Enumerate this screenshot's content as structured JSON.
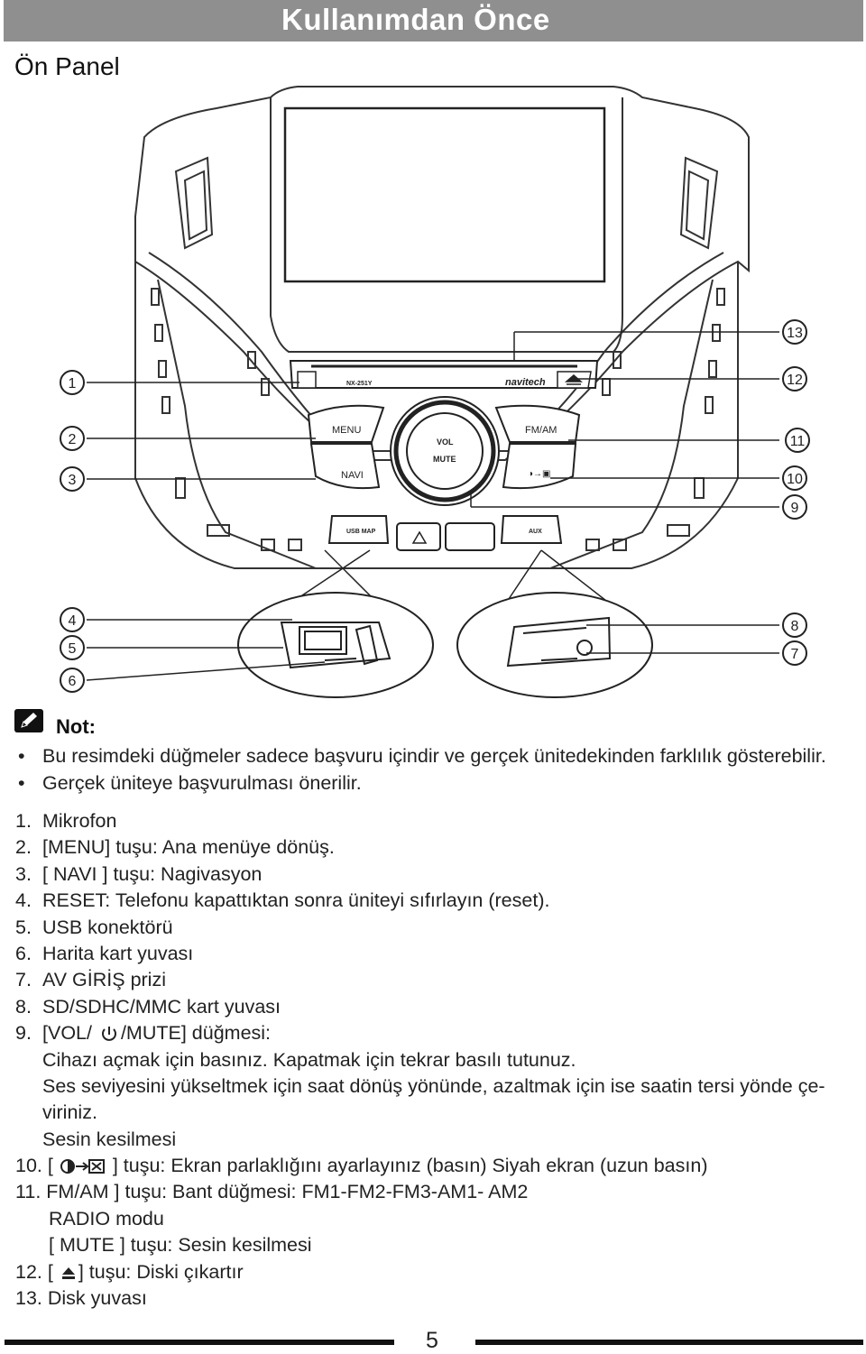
{
  "header": {
    "title": "Kullanımdan Önce"
  },
  "section_title": "Ön Panel",
  "figure": {
    "brand": "navitech",
    "model": "NX-251Y",
    "buttons": {
      "menu": "MENU",
      "navi": "NAVI",
      "fm_am": "FM/AM",
      "vol": "VOL",
      "mute": "MUTE",
      "usb_map": "USB MAP",
      "sd_aux": "AUX"
    },
    "callouts": [
      "1",
      "2",
      "3",
      "4",
      "5",
      "6",
      "7",
      "8",
      "9",
      "10",
      "11",
      "12",
      "13"
    ]
  },
  "note": {
    "label": "Not:",
    "bullets": [
      "Bu resimdeki düğmeler sadece başvuru içindir ve gerçek ünitedekinden farklılık gösterebilir.",
      "Gerçek üniteye başvurulması önerilir."
    ]
  },
  "items": {
    "i1": {
      "num": "1.",
      "text": "Mikrofon"
    },
    "i2": {
      "num": "2.",
      "text": "[MENU] tuşu: Ana menüye dönüş."
    },
    "i3": {
      "num": "3.",
      "text": "[ NAVI ] tuşu: Nagivasyon"
    },
    "i4": {
      "num": "4.",
      "text": "RESET: Telefonu kapattıktan sonra üniteyi sıfırlayın (reset)."
    },
    "i5": {
      "num": "5.",
      "text": "USB konektörü"
    },
    "i6": {
      "num": "6.",
      "text": "Harita kart yuvası"
    },
    "i7": {
      "num": "7.",
      "text": "AV GİRİŞ prizi"
    },
    "i8": {
      "num": "8.",
      "text": "SD/SDHC/MMC kart yuvası"
    },
    "i9": {
      "num": "9.",
      "pre": "[VOL/",
      "post": "/MUTE] düğmesi:",
      "l2": "Cihazı açmak için basınız. Kapatmak için tekrar basılı tutunuz.",
      "l3": "Ses seviyesini yükseltmek için saat dönüş yönünde, azaltmak için ise saatin tersi yönde çe-",
      "l4": "viriniz.",
      "l5": "Sesin kesilmesi"
    },
    "i10": {
      "num": "10.",
      "pre": "[",
      "post": "] tuşu: Ekran parlaklığını ayarlayınız (basın) Siyah ekran (uzun basın)"
    },
    "i11": {
      "num": "11.",
      "text": "FM/AM ] tuşu: Bant düğmesi: FM1-FM2-FM3-AM1- AM2",
      "l2": "RADIO modu",
      "l3": "[ MUTE ] tuşu: Sesin kesilmesi"
    },
    "i12": {
      "num": "12.",
      "pre": "[",
      "post": "]   tuşu: Diski çıkartır"
    },
    "i13": {
      "num": "13.",
      "text": "Disk yuvası"
    }
  },
  "page_number": "5"
}
